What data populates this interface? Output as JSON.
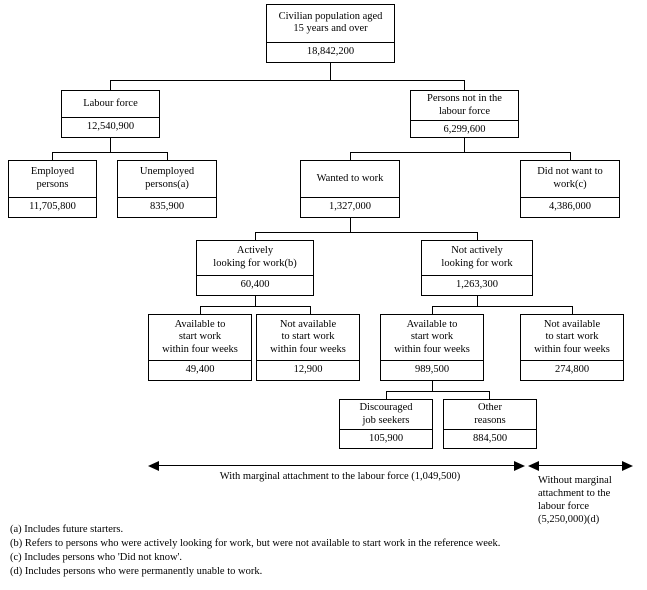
{
  "diagram": {
    "type": "flowchart",
    "title_node": "civilian-population",
    "nodes": [
      {
        "id": "civilian_population",
        "label": "Civilian population aged\n15 years and over",
        "value": "18,842,200"
      },
      {
        "id": "labour_force",
        "label": "Labour force",
        "value": "12,540,900"
      },
      {
        "id": "persons_not_in_labour_force",
        "label": "Persons not in the\nlabour force",
        "value": "6,299,600"
      },
      {
        "id": "employed_persons",
        "label": "Employed\npersons",
        "value": "11,705,800"
      },
      {
        "id": "unemployed_persons",
        "label": "Unemployed\npersons(a)",
        "value": "835,900"
      },
      {
        "id": "wanted_to_work",
        "label": "Wanted to work",
        "value": "1,327,000"
      },
      {
        "id": "did_not_want_to_work",
        "label": "Did not want to\nwork(c)",
        "value": "4,386,000"
      },
      {
        "id": "actively_looking",
        "label": "Actively\nlooking for work(b)",
        "value": "60,400"
      },
      {
        "id": "not_actively_looking",
        "label": "Not actively\nlooking for work",
        "value": "1,263,300"
      },
      {
        "id": "avail_four_weeks_active",
        "label": "Available to\nstart work\nwithin four weeks",
        "value": "49,400"
      },
      {
        "id": "not_avail_four_weeks_active",
        "label": "Not available\nto start work\nwithin four weeks",
        "value": "12,900"
      },
      {
        "id": "avail_four_weeks_notactive",
        "label": "Available to\nstart work\nwithin four weeks",
        "value": "989,500"
      },
      {
        "id": "not_avail_four_weeks_notactive",
        "label": "Not available\nto start work\nwithin four weeks",
        "value": "274,800"
      },
      {
        "id": "discouraged_job_seekers",
        "label": "Discouraged\njob seekers",
        "value": "105,900"
      },
      {
        "id": "other_reasons",
        "label": "Other\nreasons",
        "value": "884,500"
      }
    ],
    "spans": [
      {
        "id": "with_marginal",
        "text": "With marginal attachment to the labour force (1,049,500)"
      },
      {
        "id": "without_marginal",
        "text": "Without marginal\nattachment to the\nlabour force\n(5,250,000)(d)"
      }
    ],
    "footnotes": [
      "(a) Includes future starters.",
      "(b) Refers to persons who were actively looking for work, but were not available to start work in the reference week.",
      "(c) Includes persons who 'Did not know'.",
      "(d) Includes persons who were permanently unable to work."
    ]
  },
  "colors": {
    "background": "#ffffff",
    "line": "#000000",
    "text": "#000000"
  }
}
